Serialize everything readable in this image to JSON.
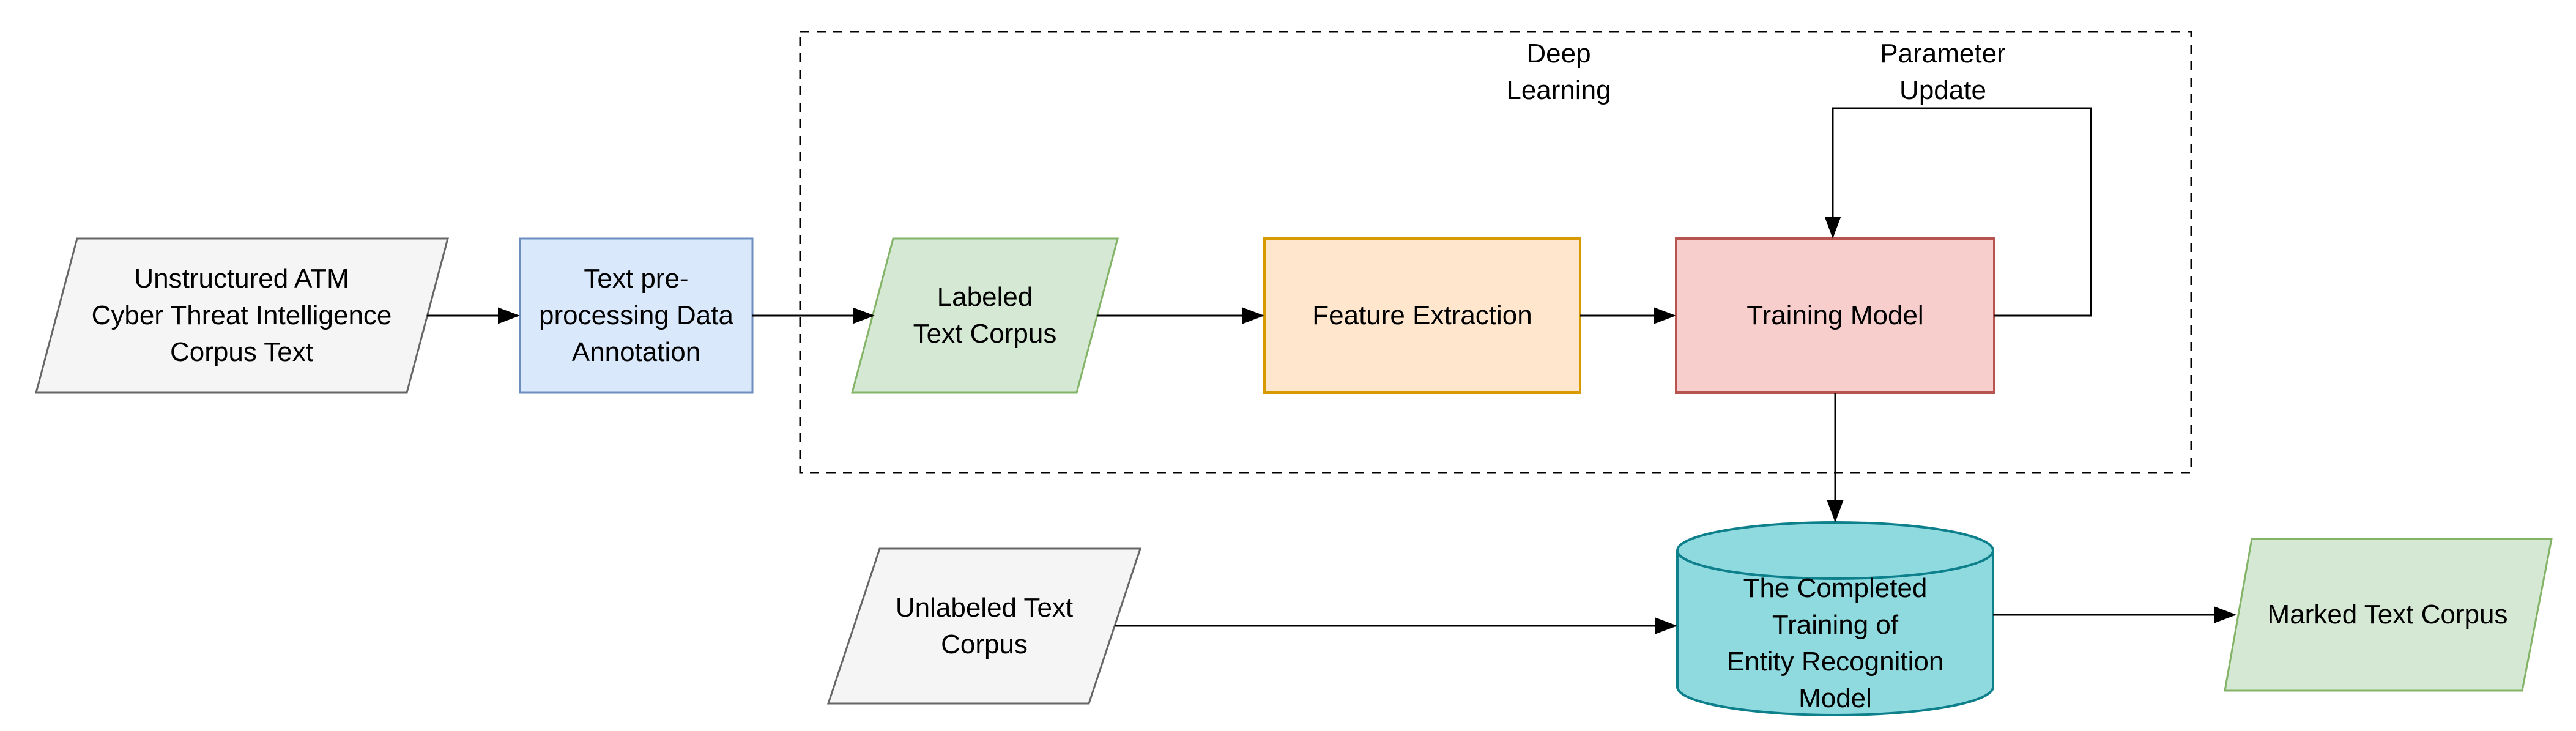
{
  "nodes": {
    "unstructured_corpus": {
      "label": "Unstructured ATM\nCyber Threat Intelligence\nCorpus Text",
      "shape": "parallelogram"
    },
    "text_preprocessing": {
      "label": "Text pre-\nprocessing Data\nAnnotation",
      "shape": "rectangle"
    },
    "labeled_text_corpus": {
      "label": "Labeled\nText Corpus",
      "shape": "parallelogram"
    },
    "feature_extraction": {
      "label": "Feature Extraction",
      "shape": "rectangle"
    },
    "training_model": {
      "label": "Training Model",
      "shape": "rectangle"
    },
    "completed_model": {
      "label": "The Completed\nTraining of\nEntity Recognition\nModel",
      "shape": "cylinder"
    },
    "unlabeled_text_corpus": {
      "label": "Unlabeled Text\nCorpus",
      "shape": "parallelogram"
    },
    "marked_text_corpus": {
      "label": "Marked Text Corpus",
      "shape": "parallelogram"
    }
  },
  "annotations": {
    "deep_learning": "Deep\nLearning",
    "parameter_update": "Parameter\nUpdate"
  },
  "colors": {
    "gray_fill": "#f5f5f5",
    "gray_stroke": "#666666",
    "blue_fill": "#dae8fc",
    "blue_stroke": "#6c8ebf",
    "green_fill": "#d5e8d4",
    "green_stroke": "#82b366",
    "orange_fill": "#ffe6cc",
    "orange_stroke": "#d79b00",
    "red_fill": "#f8cecc",
    "red_stroke": "#b85450",
    "teal_fill": "#8edadf",
    "teal_stroke": "#0e808c",
    "line": "#000000"
  }
}
